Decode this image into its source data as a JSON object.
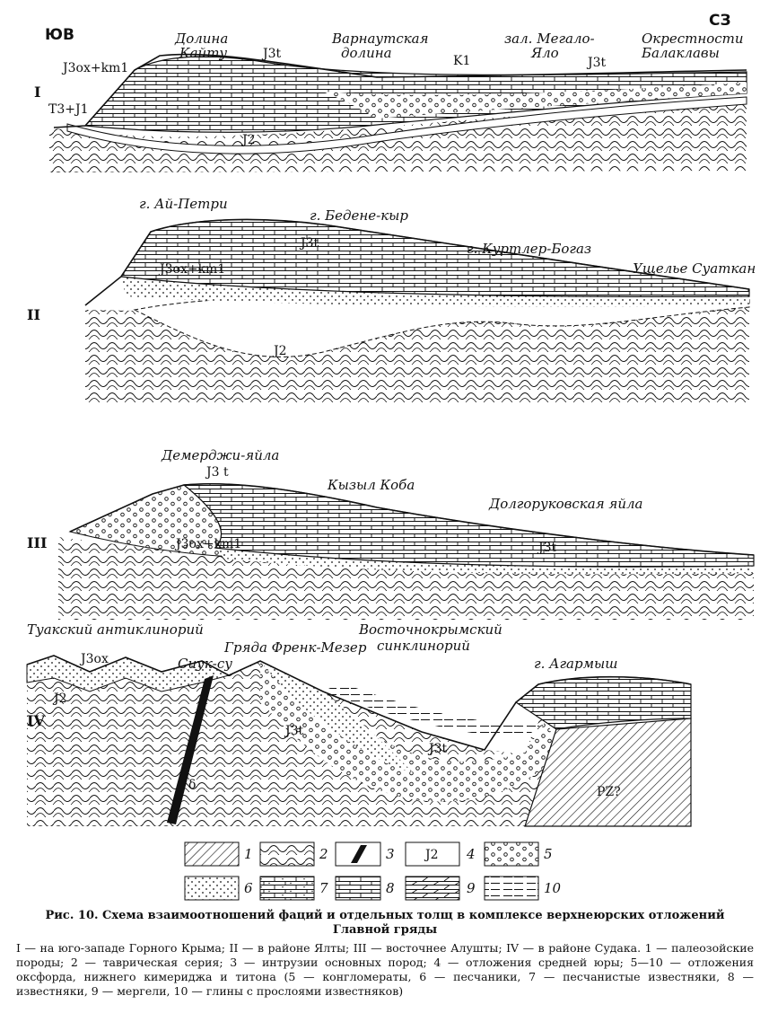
{
  "sections": {
    "s1": {
      "roman": "I",
      "corner_left": "ЮВ",
      "corner_right": "СЗ",
      "places": [
        "Долина",
        "Кайту",
        "Варнаутская",
        "долина",
        "зал. Мегало-",
        "Яло",
        "Окрестности",
        "Балаклавы"
      ],
      "symbols": [
        "J3t",
        "J3ox+km1",
        "T3+J1",
        "K1",
        "J3t",
        "J2"
      ]
    },
    "s2": {
      "roman": "II",
      "places": [
        "г. Ай-Петри",
        "г. Бедене-кыр",
        "г. Куртлер-Богаз",
        "Ущелье Суаткан"
      ],
      "symbols": [
        "J3t",
        "J3ox+km1",
        "J2"
      ]
    },
    "s3": {
      "roman": "III",
      "places": [
        "Демерджи-яйла",
        "Кызыл Коба",
        "Долгоруковская яйла"
      ],
      "symbols": [
        "J3 t",
        "J3ox+km1",
        "J3t"
      ]
    },
    "s4": {
      "roman": "IV",
      "places": [
        "Туакский антиклинорий",
        "Сиук-су",
        "Гряда Френк-Мезер",
        "Восточнокрымский",
        "синклинорий",
        "г. Агармыш"
      ],
      "symbols": [
        "J3ox",
        "J2",
        "J3t",
        "J3t",
        "δ",
        "PZ?"
      ]
    }
  },
  "legend": [
    {
      "num": "1",
      "pattern": "hatch-diagonal"
    },
    {
      "num": "2",
      "pattern": "folded-paleozoic"
    },
    {
      "num": "3",
      "pattern": "intrusion-black"
    },
    {
      "num": "4",
      "pattern": "middle-jurassic",
      "label": "J2"
    },
    {
      "num": "5",
      "pattern": "conglomerate"
    },
    {
      "num": "6",
      "pattern": "sandstone"
    },
    {
      "num": "7",
      "pattern": "sandy-limestone"
    },
    {
      "num": "8",
      "pattern": "limestone"
    },
    {
      "num": "9",
      "pattern": "marl"
    },
    {
      "num": "10",
      "pattern": "clay"
    }
  ],
  "caption": {
    "title": "Рис. 10. Схема взаимоотношений фаций и отдельных толщ в комплексе верхнеюрских отложений Главной гряды",
    "body": "I — на юго-западе Горного Крыма; II — в районе Ялты; III — восточнее Алушты; IV — в районе Судака. 1 — палеозойские породы; 2 — таврическая серия; 3 — интрузии основных пород; 4 — отложения средней юры; 5—10 — отложения оксфорда, нижнего кимериджа и титона (5 — конгломераты, 6 — песчаники, 7 — песчанистые известняки, 8 — известняки, 9 — мергели, 10 — глины с прослоями известняков)"
  }
}
